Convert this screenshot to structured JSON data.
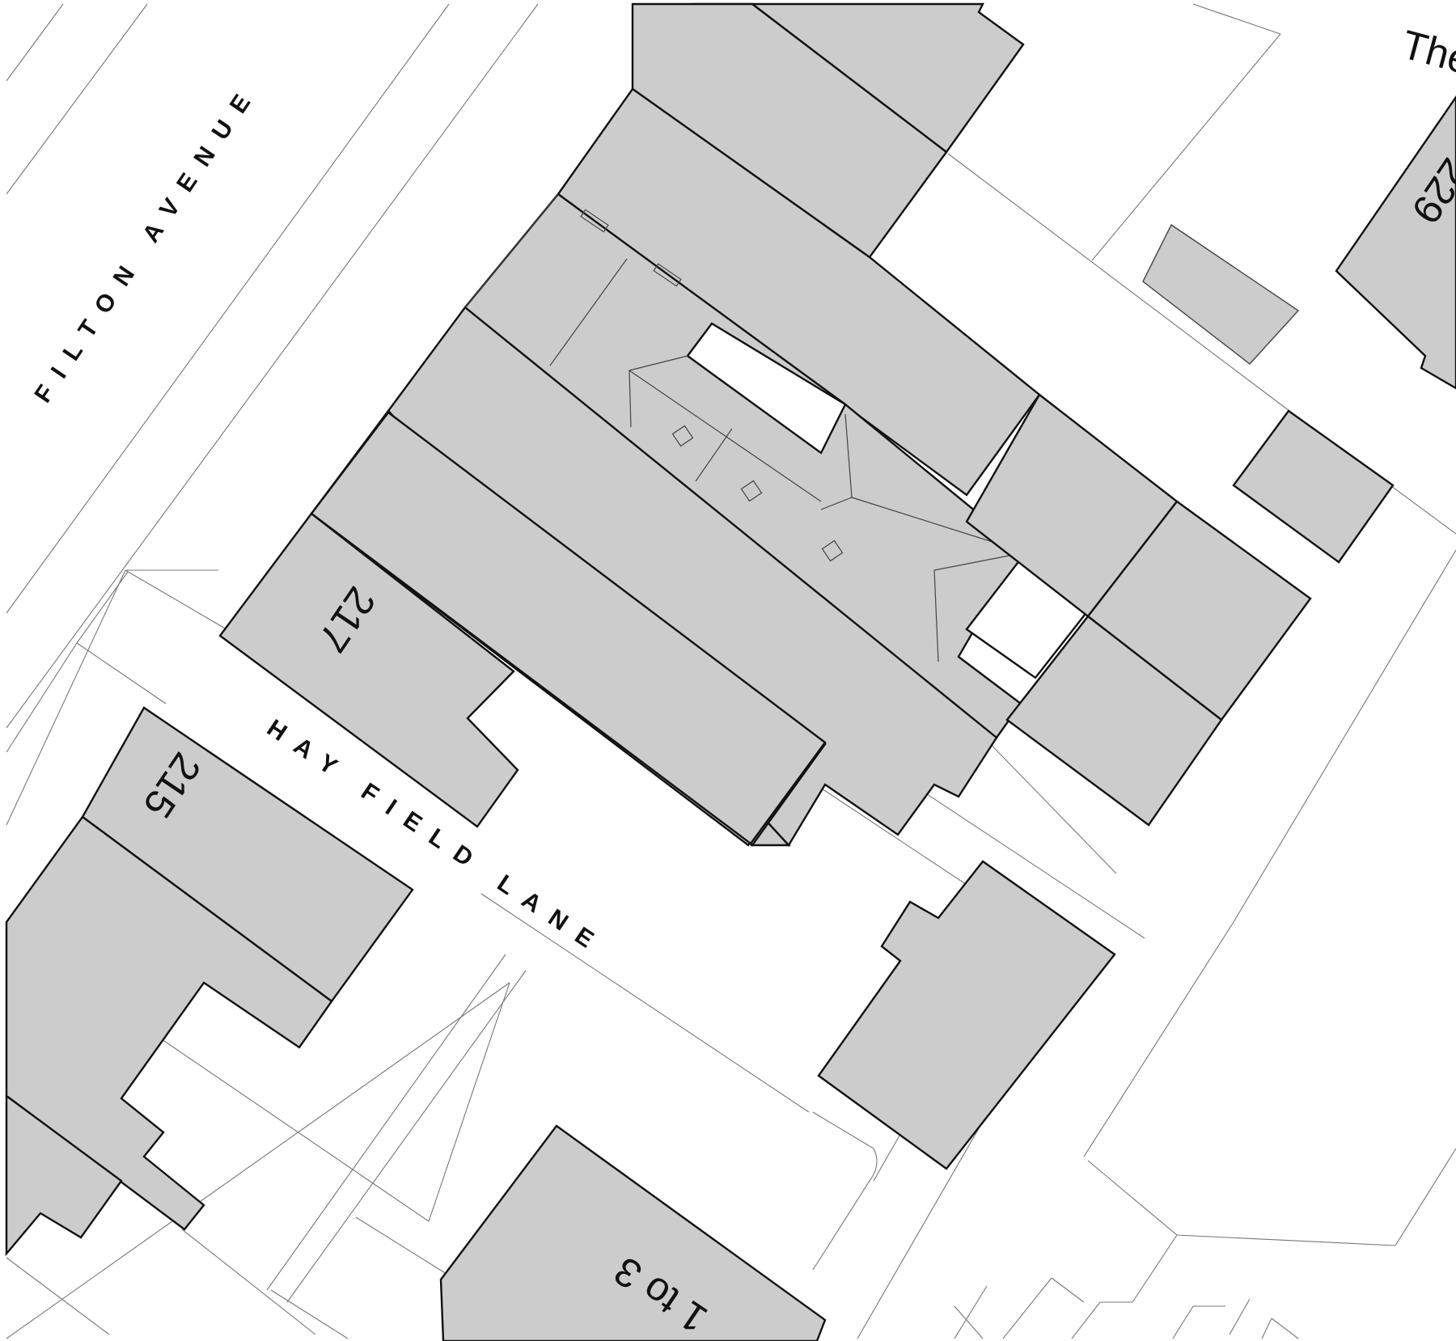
{
  "map": {
    "type": "site-location-plan",
    "colors": {
      "building_fill": "#cccccc",
      "building_outline": "#111111",
      "boundary_line": "#777777",
      "background": "#ffffff"
    },
    "streets": [
      {
        "name": "FILTON AVENUE"
      },
      {
        "name": "HAY FIELD LANE"
      }
    ],
    "house_numbers": [
      {
        "label": "217"
      },
      {
        "label": "215"
      },
      {
        "label": "229"
      },
      {
        "label": "1 to 3"
      }
    ],
    "place_labels": [
      {
        "label": "The"
      }
    ]
  }
}
